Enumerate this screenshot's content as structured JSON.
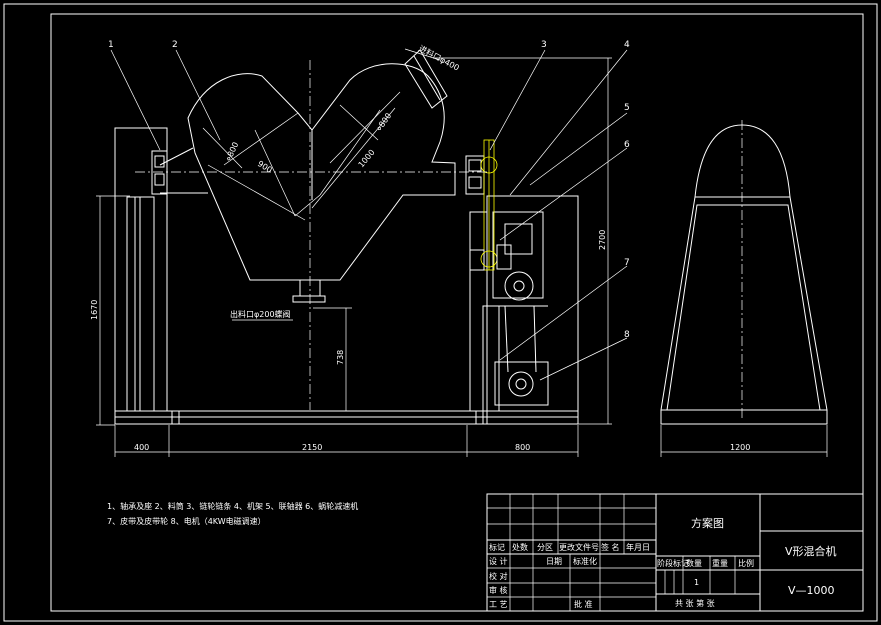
{
  "balloons": [
    "1",
    "2",
    "3",
    "4",
    "5",
    "6",
    "7",
    "8"
  ],
  "dims": {
    "d_top": "⋄800",
    "d_mid": "⋄800",
    "l_left": "900",
    "l_right": "1000",
    "inlet": "进料口φ400",
    "outlet": "出料口φ200蝶阀",
    "h_total": "2700",
    "h_frame": "1670",
    "h_outlet": "738",
    "w_left": "400",
    "w_main": "2150",
    "w_right": "800",
    "w_side": "1200"
  },
  "notes": [
    "1、轴承及座  2、料筒  3、链轮链条  4、机架  5、联轴器  6、蜗轮减速机",
    "7、皮带及皮带轮  8、电机（4KW电磁调速）"
  ],
  "title_block": {
    "drawing_type": "方案图",
    "product_name": "V形混合机",
    "drawing_no": "V—1000",
    "rev_headers": [
      "标记",
      "处数",
      "分区",
      "更改文件号",
      "签 名",
      "年月日"
    ],
    "row_labels": [
      "设 计",
      "校 对",
      "审 核",
      "工 艺"
    ],
    "date_label": "日期",
    "std_label": "标准化",
    "approve_label": "批 准",
    "stage_label": "阶段标记",
    "weight_label": "重量",
    "qty_label": "数量",
    "scale_label": "比例",
    "qty_value": "1",
    "sheets_label": "共   张  第   张"
  }
}
